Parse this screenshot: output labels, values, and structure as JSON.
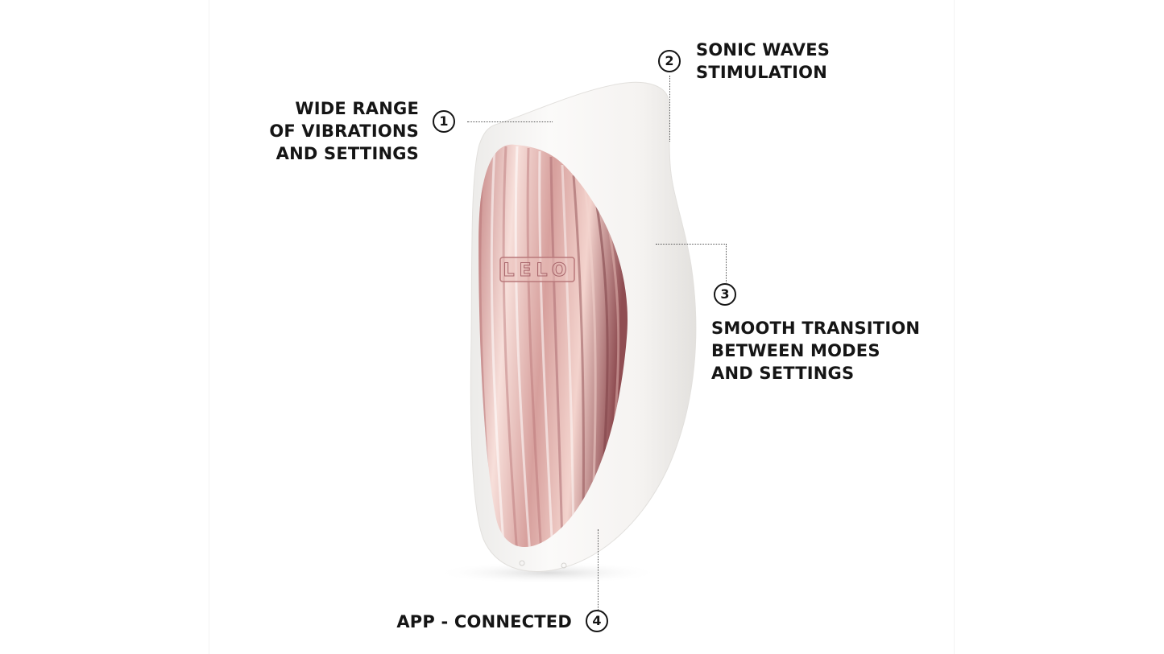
{
  "brand_mark": "LELO",
  "callouts": [
    {
      "number": "1",
      "lines": [
        "WIDE RANGE",
        "OF VIBRATIONS",
        "AND SETTINGS"
      ]
    },
    {
      "number": "2",
      "lines": [
        "SONIC WAVES",
        "STIMULATION"
      ]
    },
    {
      "number": "3",
      "lines": [
        "SMOOTH TRANSITION",
        "BETWEEN MODES",
        "AND SETTINGS"
      ]
    },
    {
      "number": "4",
      "lines": [
        "APP - CONNECTED"
      ]
    }
  ],
  "colors": {
    "text": "#151515",
    "body_white": "#f7f5f3",
    "rose_gold_light": "#f6dcd6",
    "rose_gold_mid": "#d9a39f",
    "rose_gold_dark": "#9c5a5e"
  }
}
